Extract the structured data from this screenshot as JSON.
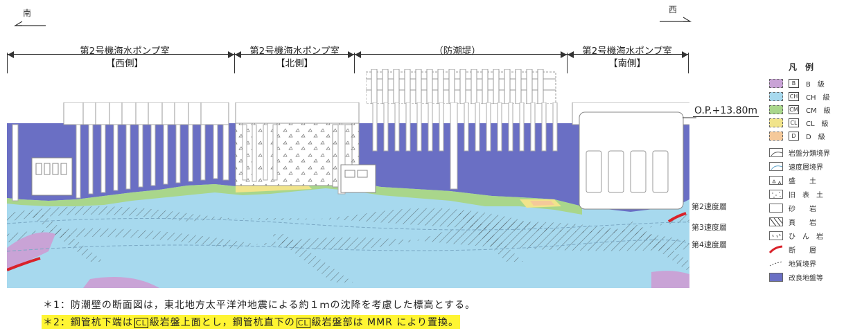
{
  "compass": {
    "left_label": "南",
    "right_label": "西"
  },
  "sections": [
    {
      "name": "第2号機海水ポンプ室",
      "sub": "【西側】"
    },
    {
      "name": "第2号機海水ポンプ室",
      "sub": "【北側】"
    },
    {
      "name": "（防潮堤）",
      "sub": ""
    },
    {
      "name": "第2号機海水ポンプ室",
      "sub": "【南側】"
    }
  ],
  "elevation_label": "O.P.+13.80m",
  "velocity_layers": [
    "第2速度層",
    "第3速度層",
    "第4速度層"
  ],
  "legend": {
    "title": "凡　例",
    "grades": [
      {
        "icon": "B",
        "label": "B　級",
        "color": "#c9a3d6"
      },
      {
        "icon": "CH",
        "label": "CH　級",
        "color": "#a7d9ee"
      },
      {
        "icon": "CM",
        "label": "CM　級",
        "color": "#a9d68b"
      },
      {
        "icon": "CL",
        "label": "CL　級",
        "color": "#f1e48b"
      },
      {
        "icon": "D",
        "label": "D　級",
        "color": "#f5c99a"
      }
    ],
    "symbols": [
      {
        "icon": "rock-boundary-icon",
        "label": "岩盤分類境界"
      },
      {
        "icon": "velocity-boundary-icon",
        "label": "速度層境界"
      },
      {
        "icon": "fill-icon",
        "label": "盛　　土"
      },
      {
        "icon": "old-topsoil-icon",
        "label": "旧　表　土"
      },
      {
        "icon": "sandstone-icon",
        "label": "砂　　岩"
      },
      {
        "icon": "shale-icon",
        "label": "頁　　岩"
      },
      {
        "icon": "porphyrite-icon",
        "label": "ひ　ん　岩"
      },
      {
        "icon": "fault-icon",
        "label": "断　　層"
      },
      {
        "icon": "geologic-boundary-icon",
        "label": "地質境界"
      },
      {
        "icon": "improved-ground-icon",
        "label": "改良地盤等"
      }
    ]
  },
  "colors": {
    "improved_ground": "#6a6fc4",
    "ch_rock": "#a7d9ee",
    "cm_rock": "#a9d68b",
    "cl_rock": "#f1e48b",
    "b_rock": "#c9a3d6",
    "fault": "#d9222a",
    "note_highlight": "#fff533"
  },
  "notes": {
    "note1": "＊1：防潮壁の断面図は，東北地方太平洋沖地震による約１ｍの沈降を考慮した標高とする。",
    "note2_part1": "＊2：鋼管杭下端は",
    "note2_cl1": "CL",
    "note2_part2": "級岩盤上面とし，鋼管杭直下の",
    "note2_cl2": "CL",
    "note2_part3": "級岩盤部は MMR により置換。"
  }
}
